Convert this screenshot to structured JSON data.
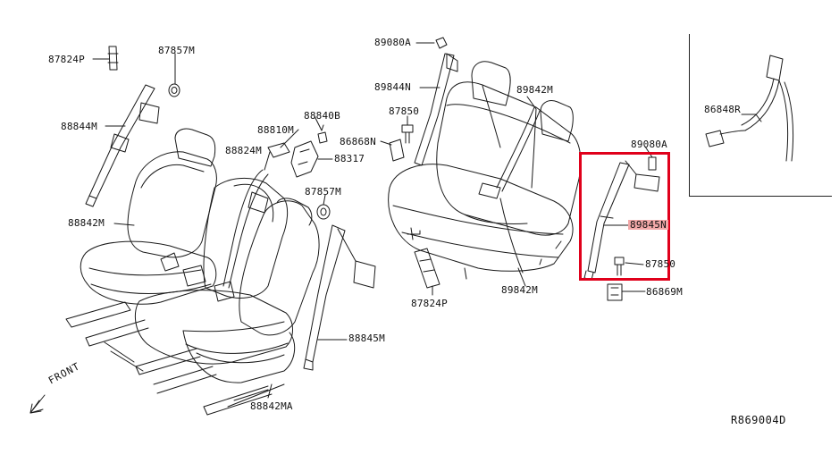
{
  "diagram": {
    "part_labels": {
      "p87824P_top": "87824P",
      "p87857M_top": "87857M",
      "p88844M": "88844M",
      "p88810M": "88810M",
      "p88840B": "88840B",
      "p88824M": "88824M",
      "p88317": "88317",
      "p87857M_mid": "87857M",
      "p88842M": "88842M",
      "p88845M": "88845M",
      "p88842MA": "88842MA",
      "p89080A_top": "89080A",
      "p89844N": "89844N",
      "p87850_top": "87850",
      "p86868N": "86868N",
      "p89842M_top": "89842M",
      "p87824P_bottom": "87824P",
      "p89842M_bottom": "89842M",
      "p89080A_right": "89080A",
      "p89845N": "89845N",
      "p87850_right": "87850",
      "p86869M": "86869M",
      "p86848R": "86848R"
    },
    "front_label": "FRONT",
    "reference_code": "R869004D",
    "colors": {
      "line": "#1a1a1a",
      "highlight_box": "#e0001b",
      "highlight_label_bg": "#f2a8a8"
    }
  }
}
